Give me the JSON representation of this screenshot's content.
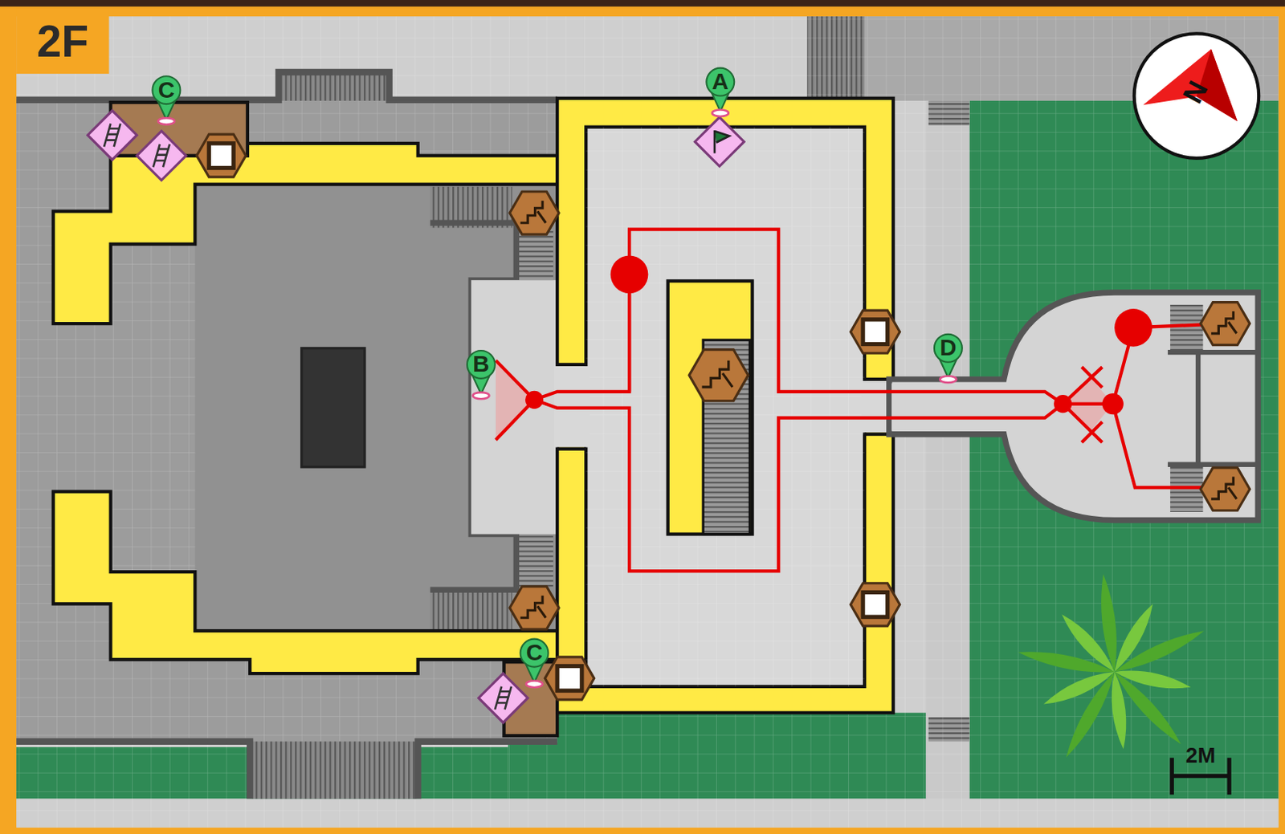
{
  "diagram": {
    "nodes": [
      {
        "text": [
          "2F"
        ]
      },
      {
        "text": [
          "C"
        ]
      },
      {
        "text": [
          "A"
        ]
      },
      {
        "text": [
          "D"
        ]
      },
      {
        "text": [
          "B"
        ]
      },
      {
        "text": [
          "C"
        ]
      }
    ],
    "labels": [
      "N",
      "2M"
    ]
  }
}
